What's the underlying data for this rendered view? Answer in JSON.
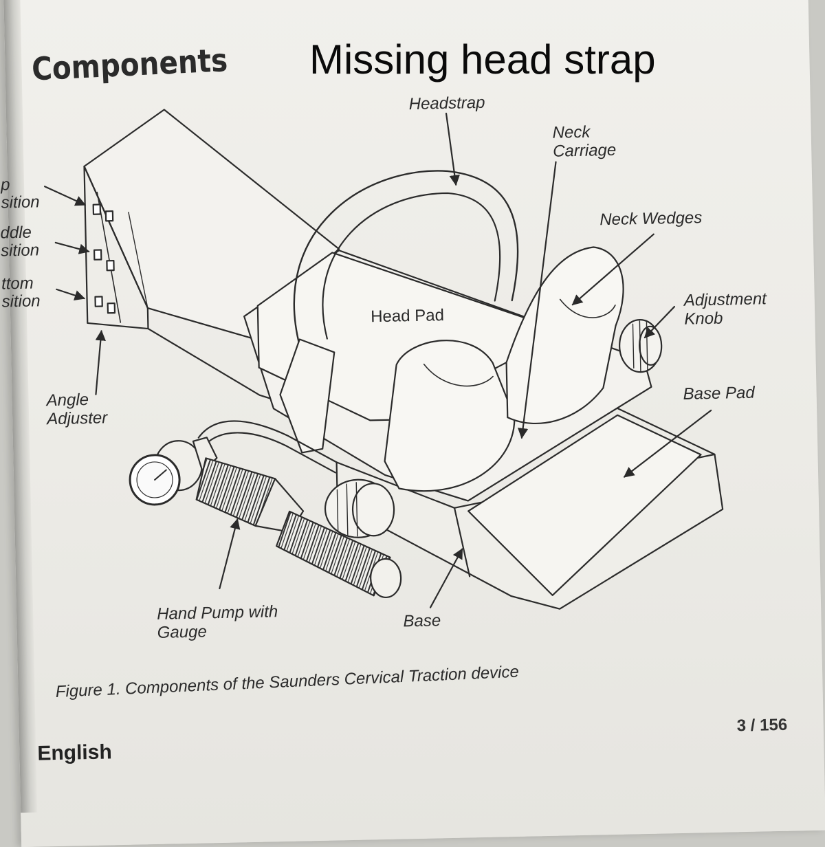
{
  "overlay_title": "Missing head strap",
  "heading": "Components",
  "labels": {
    "headstrap": "Headstrap",
    "neck_carriage_line1": "Neck",
    "neck_carriage_line2": "Carriage",
    "neck_wedges": "Neck Wedges",
    "adjustment_knob_line1": "Adjustment",
    "adjustment_knob_line2": "Knob",
    "head_pad": "Head Pad",
    "base_pad": "Base Pad",
    "angle_adjuster_line1": "Angle",
    "angle_adjuster_line2": "Adjuster",
    "hand_pump_line1": "Hand Pump with",
    "hand_pump_line2": "Gauge",
    "base": "Base"
  },
  "cut_off_labels": {
    "top_position_line1": "p",
    "top_position_line2": "sition",
    "middle_position_line1": "ddle",
    "middle_position_line2": "sition",
    "bottom_position_line1": "ttom",
    "bottom_position_line2": "sition"
  },
  "caption": "Figure 1. Components of the Saunders Cervical Traction device",
  "footer": {
    "language": "English",
    "page_number": "3 / 156"
  }
}
